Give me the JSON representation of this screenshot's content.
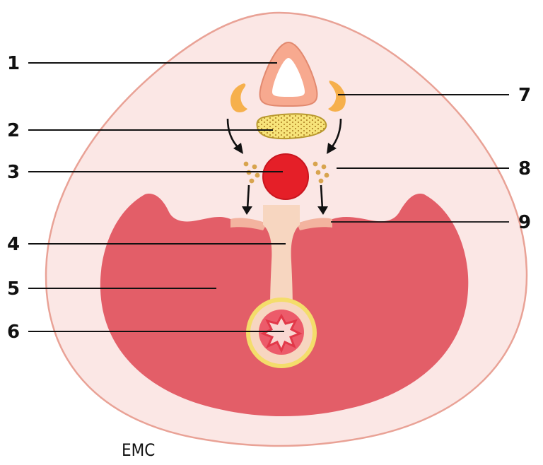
{
  "labels": {
    "n1": "1",
    "n2": "2",
    "n3": "3",
    "n4": "4",
    "n5": "5",
    "n6": "6",
    "n7": "7",
    "n8": "8",
    "n9": "9"
  },
  "watermark": "EMC",
  "colors": {
    "body_fill": "#fbe7e5",
    "body_outline": "#e9a296",
    "muscle": "#e35e68",
    "vagina": "#f3b39f",
    "lymph_nodes": "#d8a44e",
    "uterus_cervix": "#f4dd6b",
    "rectum": "#e51f28",
    "symphysis": "#f7a98f",
    "urethra_tissue": "#f7d6c0",
    "anal_canal": "#ec5b6a"
  }
}
